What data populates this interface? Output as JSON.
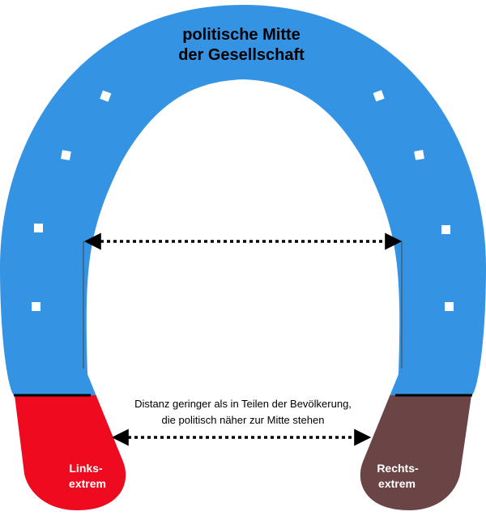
{
  "diagram": {
    "title_line1": "politische Mitte",
    "title_line2": "der Gesellschaft",
    "distance_note_line1": "Distanz geringer als in Teilen der Bevölkerung,",
    "distance_note_line2": "die politisch näher zur Mitte stehen",
    "left_end": {
      "label_line1": "Links-",
      "label_line2": "extrem",
      "color": "#EE0A1F"
    },
    "right_end": {
      "label_line1": "Rechts-",
      "label_line2": "extrem",
      "color": "#6B4446"
    },
    "center_color": "#3593E3",
    "arrow_color": "#000000"
  }
}
